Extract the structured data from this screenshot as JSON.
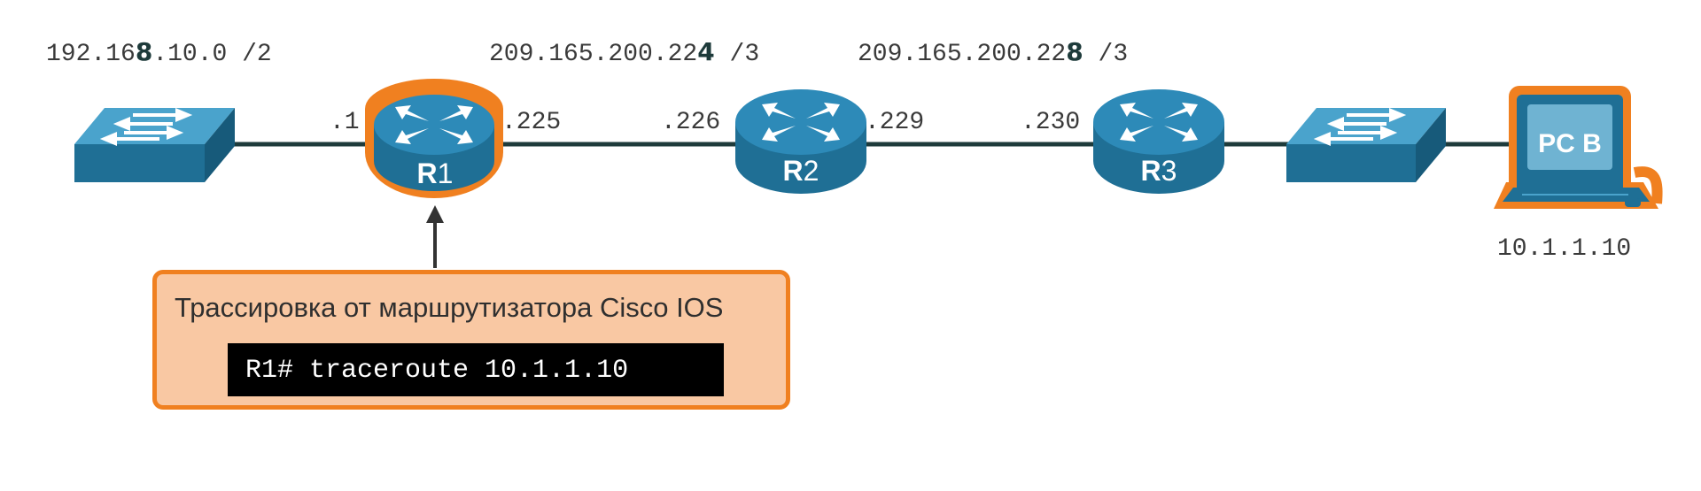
{
  "networks": {
    "lan_r1": {
      "prefix": "192.16",
      "bold": "8",
      "suffix": ".10.0 /2"
    },
    "r1_r2": {
      "prefix": "209.165.200.22",
      "bold": "4",
      "suffix": " /3"
    },
    "r2_r3": {
      "prefix": "209.165.200.22",
      "bold": "8",
      "suffix": " /3"
    }
  },
  "interfaces": {
    "r1_lan": ".1",
    "r1_wan": ".225",
    "r2_left": ".226",
    "r2_right": ".229",
    "r3_left": ".230"
  },
  "devices": {
    "r1": {
      "letter": "R",
      "number": "1"
    },
    "r2": {
      "letter": "R",
      "number": "2"
    },
    "r3": {
      "letter": "R",
      "number": "3"
    },
    "pc": {
      "label": "PC B",
      "ip": "10.1.1.10"
    }
  },
  "callout": {
    "title": "Трассировка от маршрутизатора Cisco IOS",
    "command": "R1# traceroute 10.1.1.10"
  },
  "colors": {
    "device_blue": "#1f6f95",
    "device_top": "#2d8ab8",
    "highlight": "#f08020",
    "link": "#1e3b3b",
    "callout_bg": "#f9c8a3"
  }
}
